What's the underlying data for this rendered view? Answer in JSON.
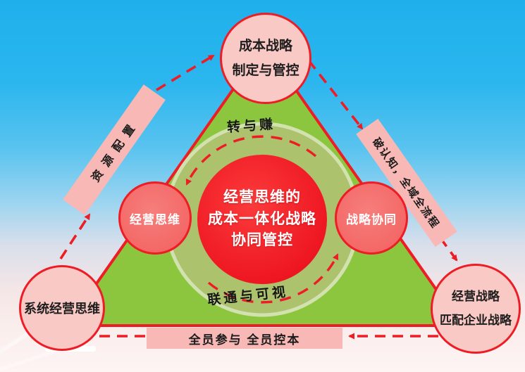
{
  "colors": {
    "sky_blue": "#1FB0EC",
    "bottom_pink": "#FBEFEE",
    "triangle_green": "#8CC63F",
    "arrow_red": "#EE1C25",
    "corner_node_pink": "#F9C9C6",
    "inner_node_salmon": "#F2605E",
    "center_red": "#EE1722",
    "band_pink": "#F8B9B6",
    "ring_olive": "#B0C273",
    "text_dark": "#1B1B1B",
    "text_white": "#FFFFFF"
  },
  "center": {
    "lines": [
      "经营思维的",
      "成本一体化战略",
      "协同管控"
    ]
  },
  "nodes": {
    "top": {
      "lines": [
        "成本战略",
        "制定与管控"
      ]
    },
    "bottom_left": {
      "label": "系统经营思维"
    },
    "bottom_right": {
      "lines": [
        "经营战略",
        "匹配企业战略"
      ]
    },
    "inner_left": {
      "label": "经营思维"
    },
    "inner_right": {
      "label": "战略协同"
    }
  },
  "edge_bands": {
    "left": {
      "label": "资源配置"
    },
    "right": {
      "label": "破认知，全域全流程"
    },
    "bottom": {
      "label": "全员参与 全员控本"
    }
  },
  "ring_labels": {
    "top": "转与赚",
    "bottom": "联通与可视"
  }
}
